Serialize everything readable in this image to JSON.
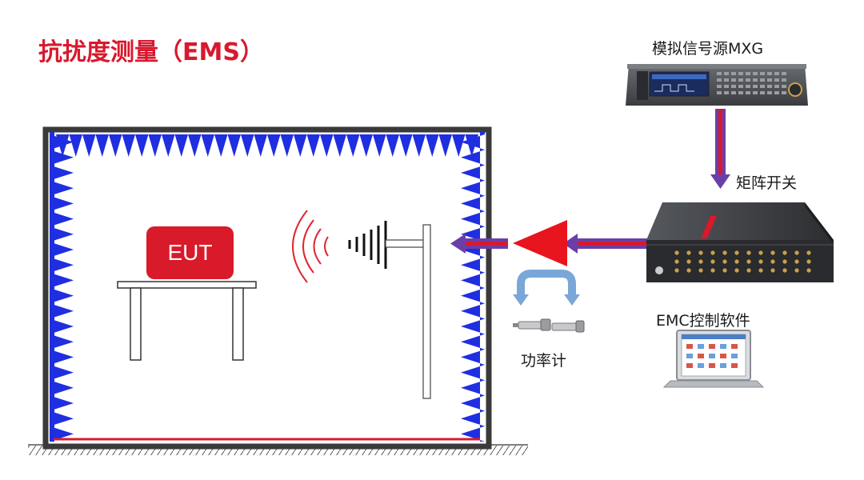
{
  "title": "抗扰度测量（EMS）",
  "labels": {
    "signal_generator": "模拟信号源MXG",
    "matrix_switch": "矩阵开关",
    "emc_software": "EMC控制软件",
    "power_meter": "功率计",
    "eut": "EUT"
  },
  "colors": {
    "title_red": "#d8192e",
    "absorber_blue": "#1f2ee0",
    "signal_purple": "#6a3fa8",
    "amplifier_red": "#e8141e",
    "eut_red": "#d91a2a",
    "switch_arrow_blue": "#7aa7d8"
  },
  "icons": {
    "signal_generator": "signal-generator-instrument",
    "matrix_switch": "matrix-switch-instrument",
    "laptop": "laptop-computer",
    "power_meter": "power-sensor-pair",
    "amplifier": "amplifier-triangle",
    "antenna": "log-periodic-antenna"
  }
}
